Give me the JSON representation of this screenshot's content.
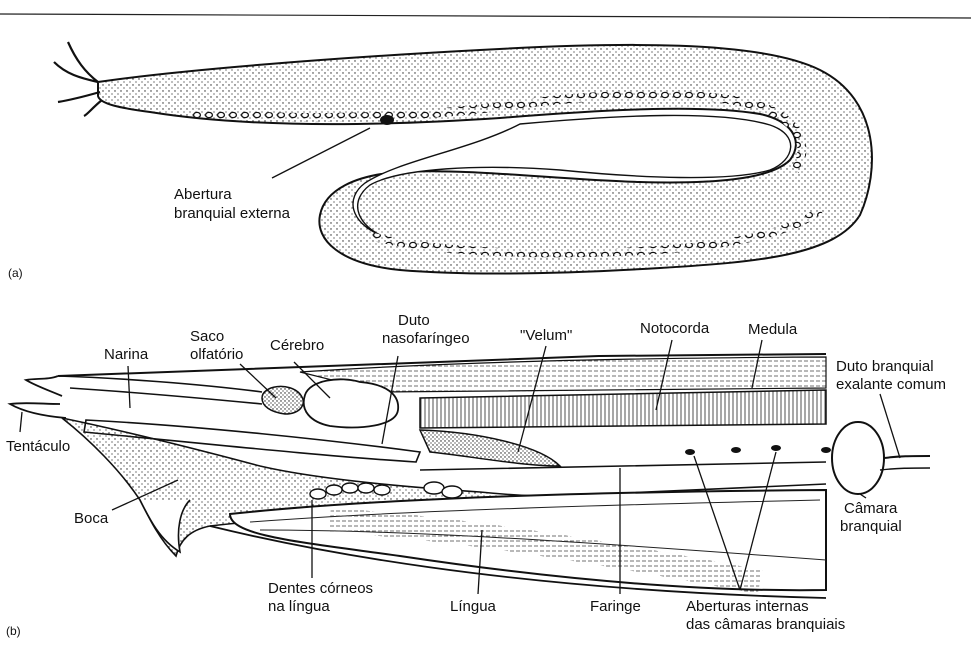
{
  "panels": {
    "a": "(a)",
    "b": "(b)"
  },
  "labels_a": {
    "gill_opening_line1": "Abertura",
    "gill_opening_line2": "branquial externa"
  },
  "labels_b": {
    "narina": "Narina",
    "saco_line1": "Saco",
    "saco_line2": "olfatório",
    "cerebro": "Cérebro",
    "duto_naso_line1": "Duto",
    "duto_naso_line2": "nasofaríngeo",
    "velum": "\"Velum\"",
    "notocorda": "Notocorda",
    "medula": "Medula",
    "duto_branq_line1": "Duto branquial",
    "duto_branq_line2": "exalante comum",
    "tentaculo": "Tentáculo",
    "boca": "Boca",
    "camara_line1": "Câmara",
    "camara_line2": "branquial",
    "dentes_line1": "Dentes córneos",
    "dentes_line2": "na língua",
    "lingua": "Língua",
    "faringe": "Faringe",
    "aberturas_line1": "Aberturas internas",
    "aberturas_line2": "das câmaras branquiais"
  }
}
